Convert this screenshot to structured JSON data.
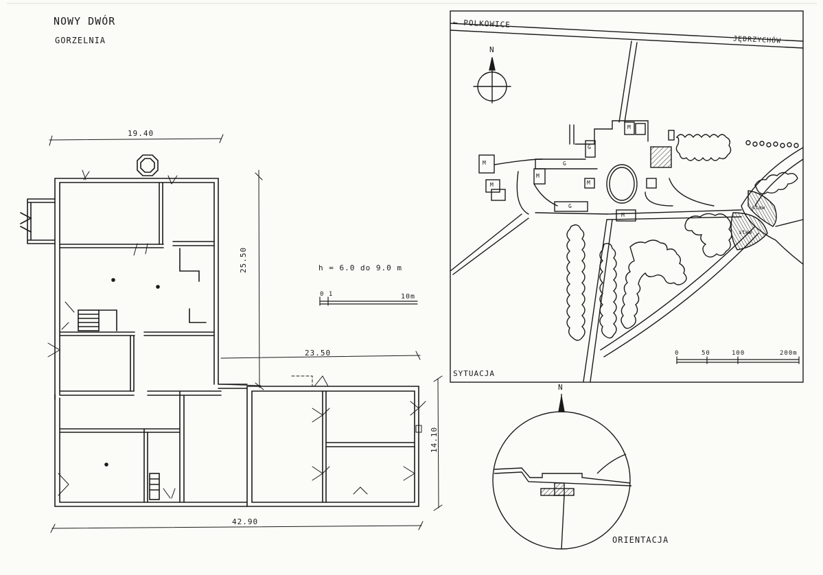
{
  "sheet": {
    "title": "NOWY DWÓR",
    "subtitle": "GORZELNIA"
  },
  "plan": {
    "dim_top": "19.40",
    "dim_height": "25.50",
    "dim_mid": "23.50",
    "dim_right": "14.10",
    "dim_bottom": "42.90",
    "height_note": "h = 6.0 do 9.0 m",
    "scale_start": "0 1",
    "scale_end": "10m"
  },
  "site": {
    "road_left": "POLKOWICE",
    "road_right": "JĘDRZYCHÓW",
    "north": "N",
    "caption": "SYTUACJA",
    "building_labels": [
      "M",
      "G",
      "G",
      "G",
      "M",
      "M",
      "M",
      "M",
      "M"
    ],
    "pond_labels": [
      "staw",
      "staw"
    ],
    "scale_ticks": [
      "0",
      "50",
      "100",
      "200m"
    ]
  },
  "orientation": {
    "north": "N",
    "caption": "ORIENTACJA"
  }
}
